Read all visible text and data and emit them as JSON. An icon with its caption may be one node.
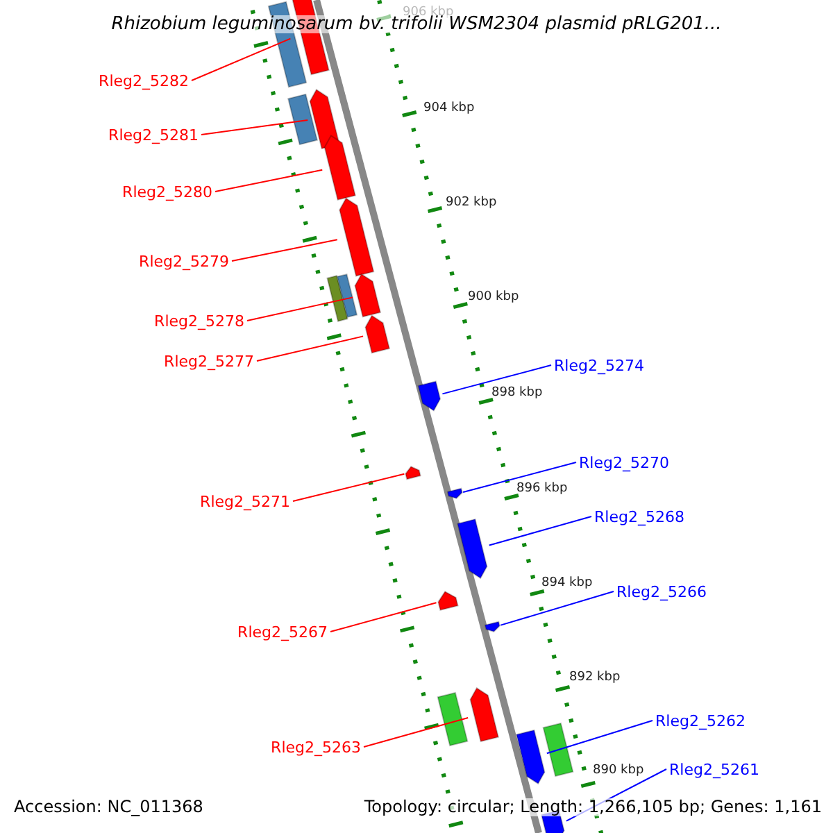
{
  "diagram": {
    "title": "Rhizobium leguminosarum bv. trifolii WSM2304 plasmid pRLG201...",
    "nodes": [
      {
        "text": [
          "Rleg2_5282"
        ]
      },
      {
        "text": [
          "Rleg2_5281"
        ]
      },
      {
        "text": [
          "Rleg2_5280"
        ]
      },
      {
        "text": [
          "Rleg2_5279"
        ]
      },
      {
        "text": [
          "Rleg2_5278"
        ]
      },
      {
        "text": [
          "Rleg2_5277"
        ]
      },
      {
        "text": [
          "Rleg2_5271"
        ]
      },
      {
        "text": [
          "Rleg2_5267"
        ]
      },
      {
        "text": [
          "Rleg2_5263"
        ]
      },
      {
        "text": [
          "Rleg2_5274"
        ]
      },
      {
        "text": [
          "Rleg2_5270"
        ]
      },
      {
        "text": [
          "Rleg2_5268"
        ]
      },
      {
        "text": [
          "Rleg2_5266"
        ]
      },
      {
        "text": [
          "Rleg2_5262"
        ]
      },
      {
        "text": [
          "Rleg2_5261"
        ]
      },
      {
        "text": [],
        "shape": "arrow"
      },
      {
        "text": [],
        "shape": "arrow"
      },
      {
        "text": [],
        "shape": "arrow"
      },
      {
        "text": [],
        "shape": "arrow"
      },
      {
        "text": [],
        "shape": "arrow"
      },
      {
        "text": [],
        "shape": "arrow"
      },
      {
        "text": [],
        "shape": "arrow"
      },
      {
        "text": [],
        "shape": "arrow"
      },
      {
        "text": [],
        "shape": "arrow"
      },
      {
        "text": [],
        "shape": "arrow"
      },
      {
        "text": [],
        "shape": "arrow"
      },
      {
        "text": [],
        "shape": "arrow"
      },
      {
        "text": [],
        "shape": "arrow"
      },
      {
        "text": [],
        "shape": "arrow"
      },
      {
        "text": [],
        "shape": "arrow"
      }
    ],
    "edges": [
      {
        "from": 0,
        "to": 15,
        "arrow": "none"
      },
      {
        "from": 1,
        "to": 16,
        "arrow": "none"
      },
      {
        "from": 2,
        "to": 17,
        "arrow": "none"
      },
      {
        "from": 3,
        "to": 18,
        "arrow": "none"
      },
      {
        "from": 4,
        "to": 19,
        "arrow": "none"
      },
      {
        "from": 5,
        "to": 20,
        "arrow": "none"
      },
      {
        "from": 6,
        "to": 21,
        "arrow": "none"
      },
      {
        "from": 7,
        "to": 22,
        "arrow": "none"
      },
      {
        "from": 8,
        "to": 23,
        "arrow": "none"
      },
      {
        "from": 9,
        "to": 24,
        "arrow": "none",
        "color": "#0000ff"
      },
      {
        "from": 10,
        "to": 25,
        "arrow": "none",
        "color": "#0000ff"
      },
      {
        "from": 11,
        "to": 26,
        "arrow": "none",
        "color": "#0000ff"
      },
      {
        "from": 12,
        "to": 27,
        "arrow": "none",
        "color": "#0000ff"
      },
      {
        "from": 13,
        "to": 28,
        "arrow": "none",
        "color": "#0000ff"
      },
      {
        "from": 14,
        "to": 29,
        "arrow": "none",
        "color": "#0000ff"
      }
    ],
    "labels": [
      "906 kbp",
      "904 kbp",
      "902 kbp",
      "900 kbp",
      "898 kbp",
      "896 kbp",
      "894 kbp",
      "892 kbp",
      "890 kbp",
      "Accession: NC_011368",
      "Topology: circular; Length: 1,266,105 bp; Genes: 1,161"
    ]
  }
}
